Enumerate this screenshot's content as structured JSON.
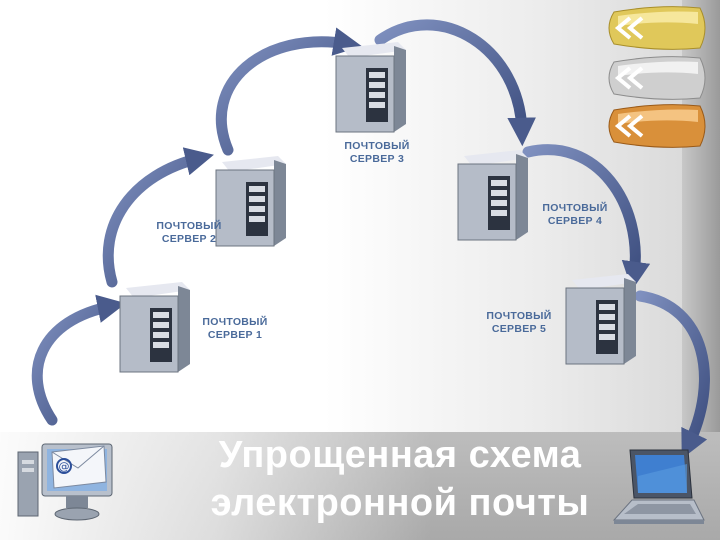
{
  "title": {
    "line1": "Упрощенная схема",
    "line2": "электронной почты"
  },
  "servers": [
    {
      "line1": "ПОЧТОВЫЙ",
      "line2": "СЕРВЕР 1"
    },
    {
      "line1": "ПОЧТОВЫЙ",
      "line2": "СЕРВЕР 2"
    },
    {
      "line1": "ПОЧТОВЫЙ",
      "line2": "СЕРВЕР 3"
    },
    {
      "line1": "ПОЧТОВЫЙ",
      "line2": "СЕРВЕР 4"
    },
    {
      "line1": "ПОЧТОВЫЙ",
      "line2": "СЕРВЕР 5"
    }
  ],
  "colors": {
    "arrow": "#5a6c9c",
    "label": "#4a6a9a",
    "nav_gold": "#e0c85a",
    "nav_silver": "#cfcfcf",
    "nav_bronze": "#d9903a"
  },
  "icons": {
    "sender": "email-computer-icon",
    "receiver": "laptop-icon",
    "nav": [
      "nav-gold-icon",
      "nav-silver-icon",
      "nav-bronze-icon"
    ]
  }
}
